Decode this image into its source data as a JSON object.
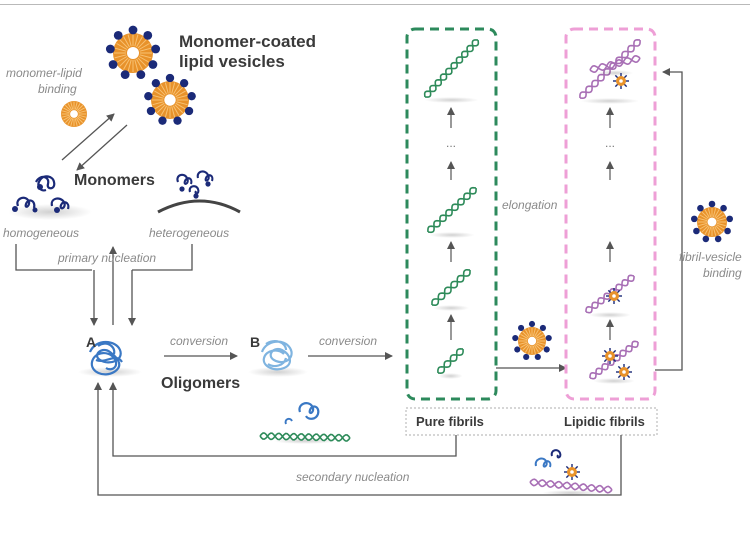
{
  "labels": {
    "monomer_coated_line1": "Monomer-coated",
    "monomer_coated_line2": "lipid vesicles",
    "monomer_lipid_line1": "monomer-lipid",
    "monomer_lipid_line2": "binding",
    "monomers": "Monomers",
    "homogeneous": "homogeneous",
    "heterogeneous": "heterogeneous",
    "primary_nucleation": "primary nucleation",
    "state_a": "A",
    "state_b": "B",
    "conversion_1": "conversion",
    "conversion_2": "conversion",
    "oligomers": "Oligomers",
    "elongation": "elongation",
    "ellipsis": "...",
    "fibril_vesicle_line1": "fibril-vesicle",
    "fibril_vesicle_line2": "binding",
    "pure_fibrils": "Pure fibrils",
    "lipidic_fibrils": "Lipidic fibrils",
    "secondary_nucleation": "secondary nucleation"
  },
  "colors": {
    "vesicle_orange": "#e8922a",
    "vesicle_light": "#f7c173",
    "monomer_navy": "#1b2a78",
    "oligomer_blue": "#3a78c4",
    "oligomer_light": "#7fb4e0",
    "pure_fibril_green": "#2e8b5a",
    "lipidic_fibril_purple": "#a86fb5",
    "pure_box_border": "#2d8a5c",
    "lipidic_box_border": "#ee9fd6",
    "arrow_gray": "#555555",
    "label_gray": "#8a8a8a",
    "heading_dark": "#3a3a3a"
  }
}
